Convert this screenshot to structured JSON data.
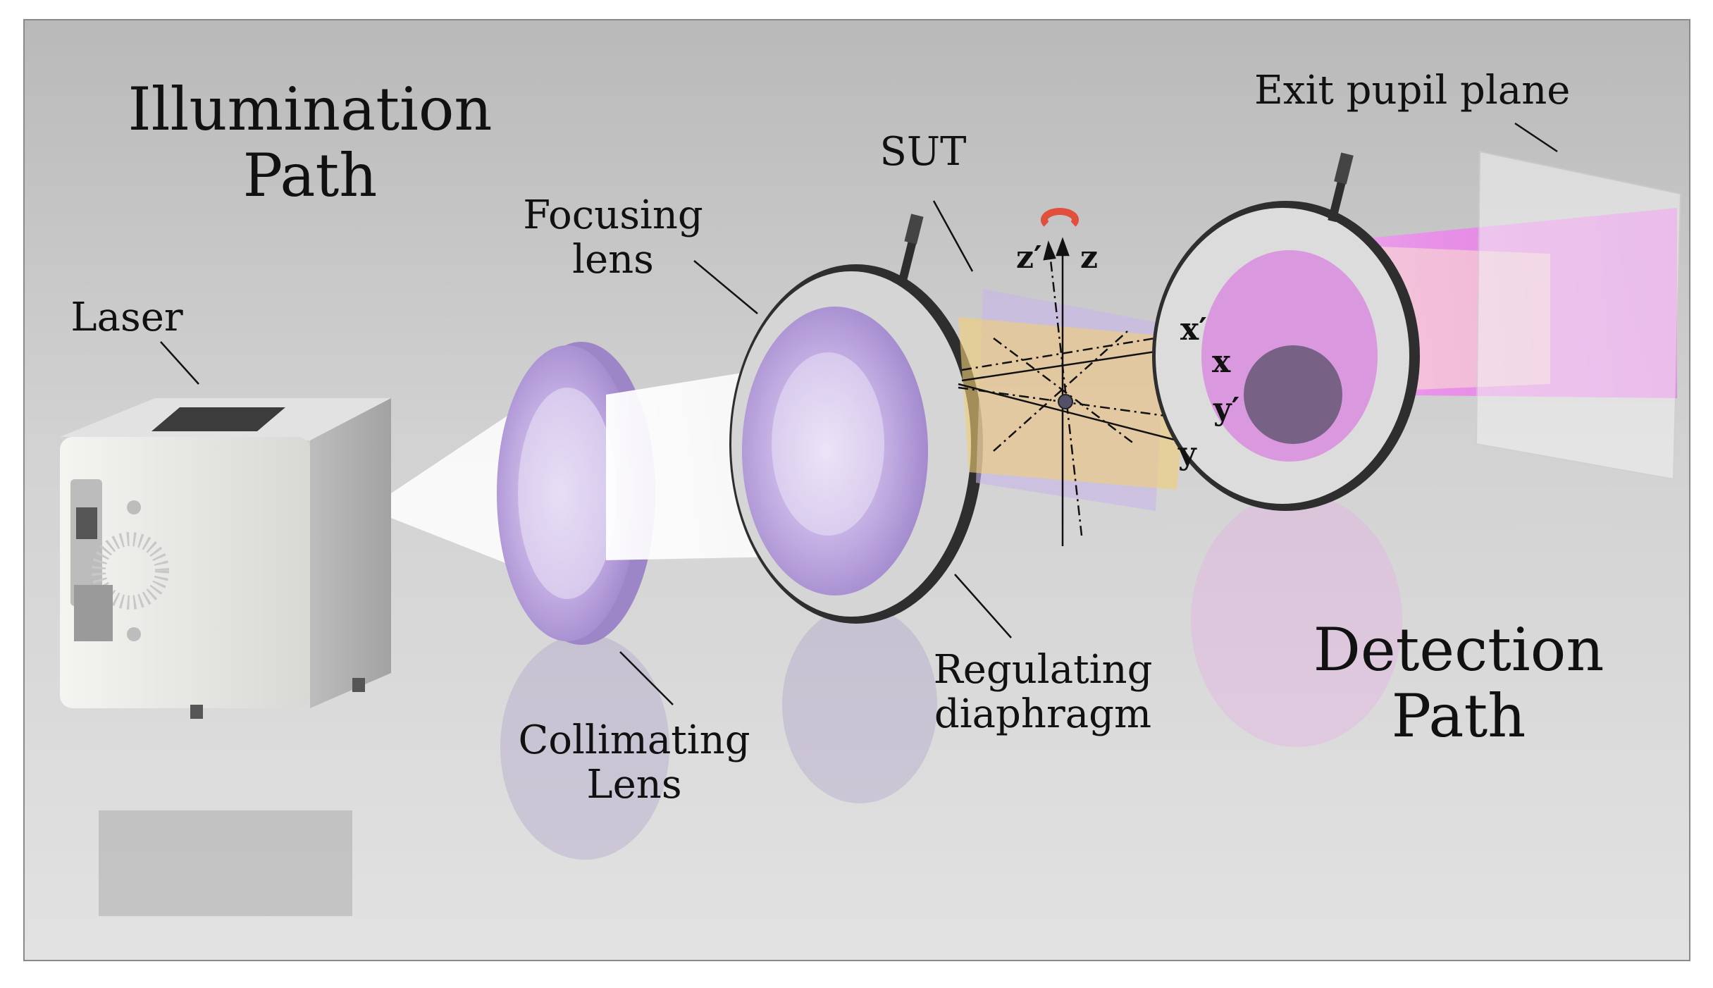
{
  "titles": {
    "illumination_line1": "Illumination",
    "illumination_line2": "Path",
    "detection_line1": "Detection",
    "detection_line2": "Path"
  },
  "labels": {
    "laser": "Laser",
    "collimating_line1": "Collimating",
    "collimating_line2": "Lens",
    "focusing_line1": "Focusing",
    "focusing_line2": "lens",
    "sut": "SUT",
    "regulating_line1": "Regulating",
    "regulating_line2": "diaphragm",
    "exit_pupil": "Exit pupil plane"
  },
  "axes": {
    "z_prime": "z′",
    "z": "z",
    "x_prime": "x′",
    "x": "x",
    "y_prime": "y′",
    "y": "y"
  },
  "colors": {
    "background": "#c9c9c9",
    "lens_purple": "#b9a3dc",
    "beam_magenta": "#f08ef0",
    "sut_yellow": "#f2cf78",
    "rotation_red": "#e0503c",
    "rotation_teal": "#2aa3b8"
  }
}
